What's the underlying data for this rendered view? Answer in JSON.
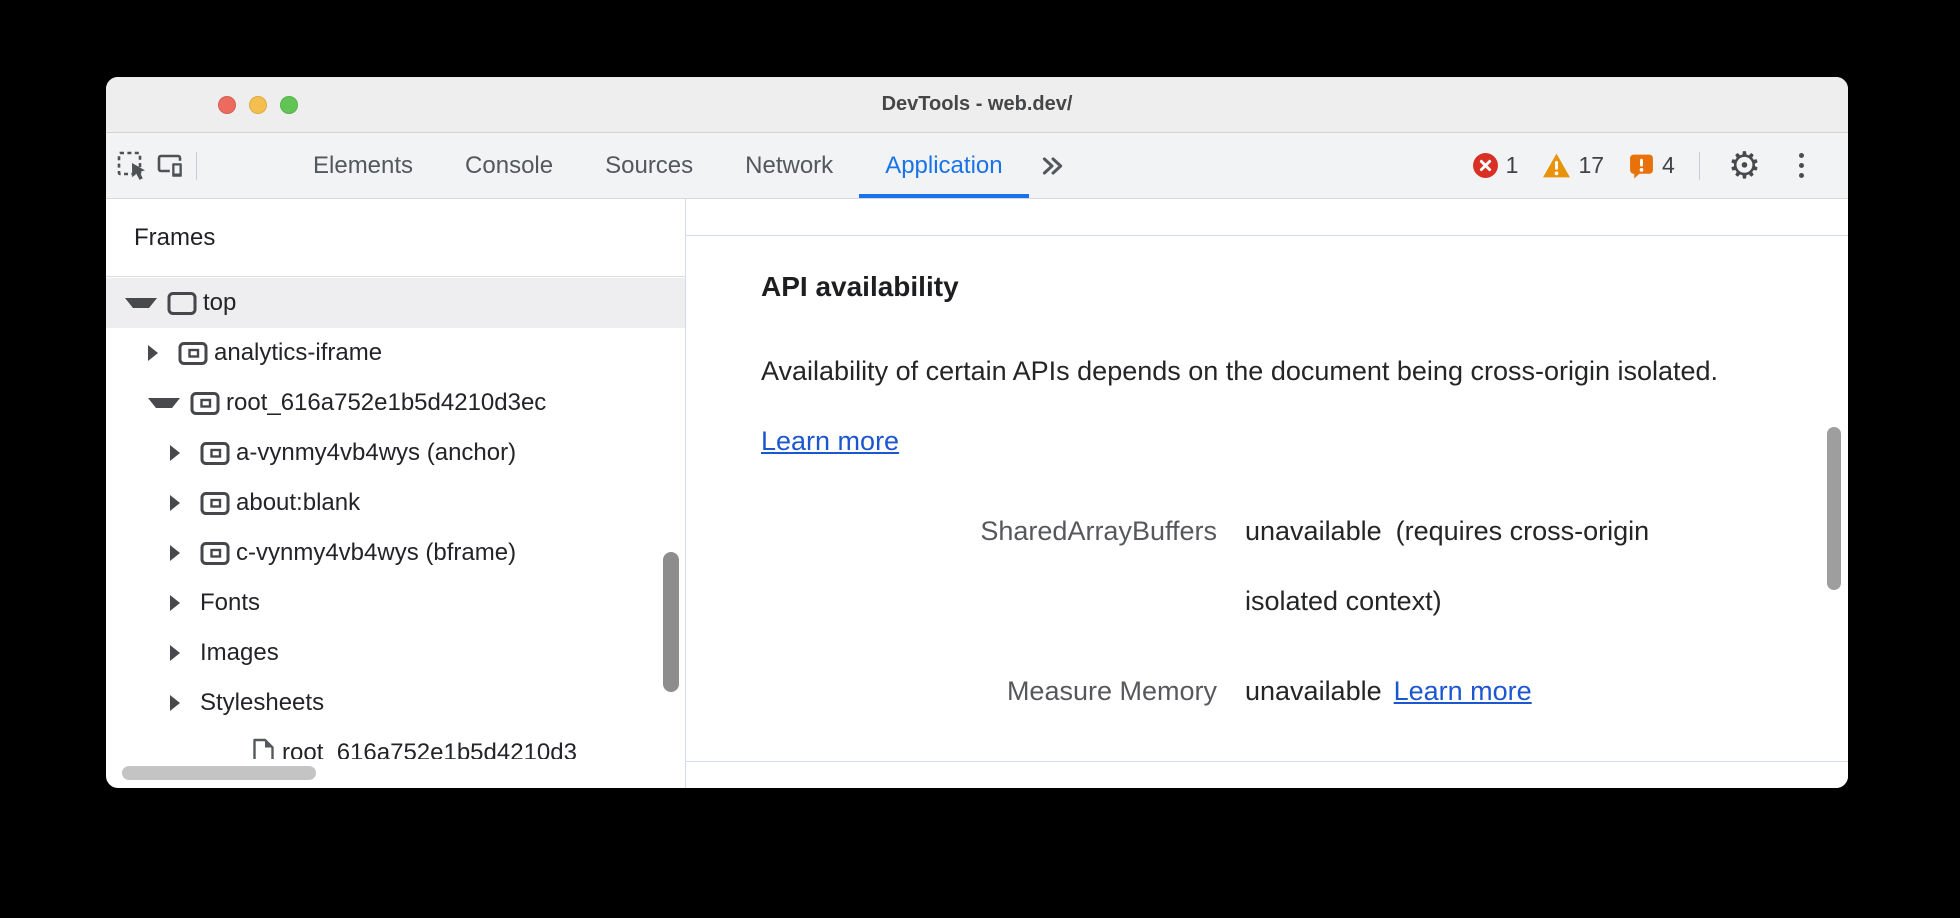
{
  "window": {
    "title": "DevTools - web.dev/"
  },
  "traffic_lights": {
    "close": "#ed6a5e",
    "minimize": "#f5bf4f",
    "zoom": "#61c454"
  },
  "toolbar": {
    "tabs": [
      {
        "label": "Elements",
        "active": false
      },
      {
        "label": "Console",
        "active": false
      },
      {
        "label": "Sources",
        "active": false
      },
      {
        "label": "Network",
        "active": false
      },
      {
        "label": "Application",
        "active": true
      }
    ],
    "badges": {
      "errors": "1",
      "warnings": "17",
      "issues": "4"
    }
  },
  "sidebar": {
    "header": "Frames",
    "tree": [
      {
        "label": "top",
        "arrow": "down",
        "icon": "window",
        "indent": 19,
        "selected": true
      },
      {
        "label": "analytics-iframe",
        "arrow": "right",
        "icon": "iframe",
        "indent": 42,
        "selected": false
      },
      {
        "label": "root_616a752e1b5d4210d3ec",
        "arrow": "down",
        "icon": "iframe",
        "indent": 42,
        "selected": false
      },
      {
        "label": "a-vynmy4vb4wys (anchor)",
        "arrow": "right",
        "icon": "iframe",
        "indent": 64,
        "selected": false
      },
      {
        "label": "about:blank",
        "arrow": "right",
        "icon": "iframe",
        "indent": 64,
        "selected": false
      },
      {
        "label": "c-vynmy4vb4wys (bframe)",
        "arrow": "right",
        "icon": "iframe",
        "indent": 64,
        "selected": false
      },
      {
        "label": "Fonts",
        "arrow": "right",
        "icon": null,
        "indent": 64,
        "selected": false
      },
      {
        "label": "Images",
        "arrow": "right",
        "icon": null,
        "indent": 64,
        "selected": false
      },
      {
        "label": "Stylesheets",
        "arrow": "right",
        "icon": null,
        "indent": 64,
        "selected": false
      },
      {
        "label": "root_616a752e1b5d4210d3",
        "arrow": null,
        "icon": "doc",
        "indent": 145,
        "selected": false
      }
    ]
  },
  "main": {
    "section_title": "API availability",
    "description": "Availability of certain APIs depends on the document being cross-origin isolated.",
    "learn_more": "Learn more",
    "rows": [
      {
        "key": "SharedArrayBuffers",
        "value": "unavailable",
        "note": "(requires cross-origin isolated context)",
        "link": null
      },
      {
        "key": "Measure Memory",
        "value": "unavailable",
        "note": null,
        "link": "Learn more"
      }
    ]
  },
  "colors": {
    "accent": "#1a73e8",
    "link": "#1b57d0",
    "error": "#d93025",
    "warning": "#e8930c",
    "issue": "#e8710a"
  }
}
